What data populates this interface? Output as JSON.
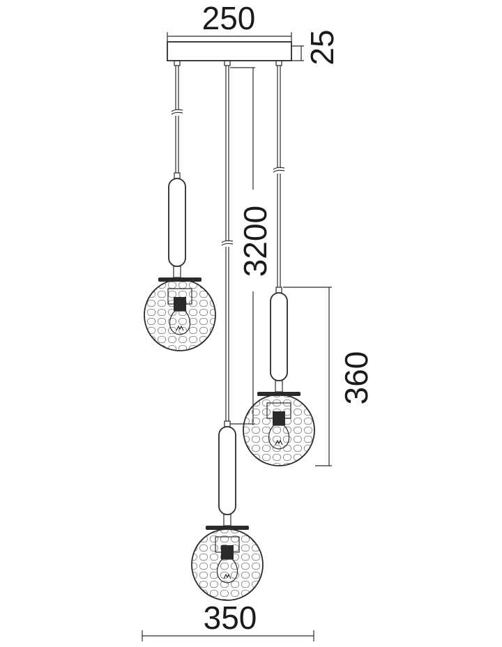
{
  "dimensions": {
    "canopy_width": "250",
    "canopy_height": "25",
    "cable_length": "3200",
    "pendant_height": "360",
    "overall_width": "350"
  },
  "colors": {
    "line": "#2a2a2a",
    "background": "#ffffff"
  }
}
